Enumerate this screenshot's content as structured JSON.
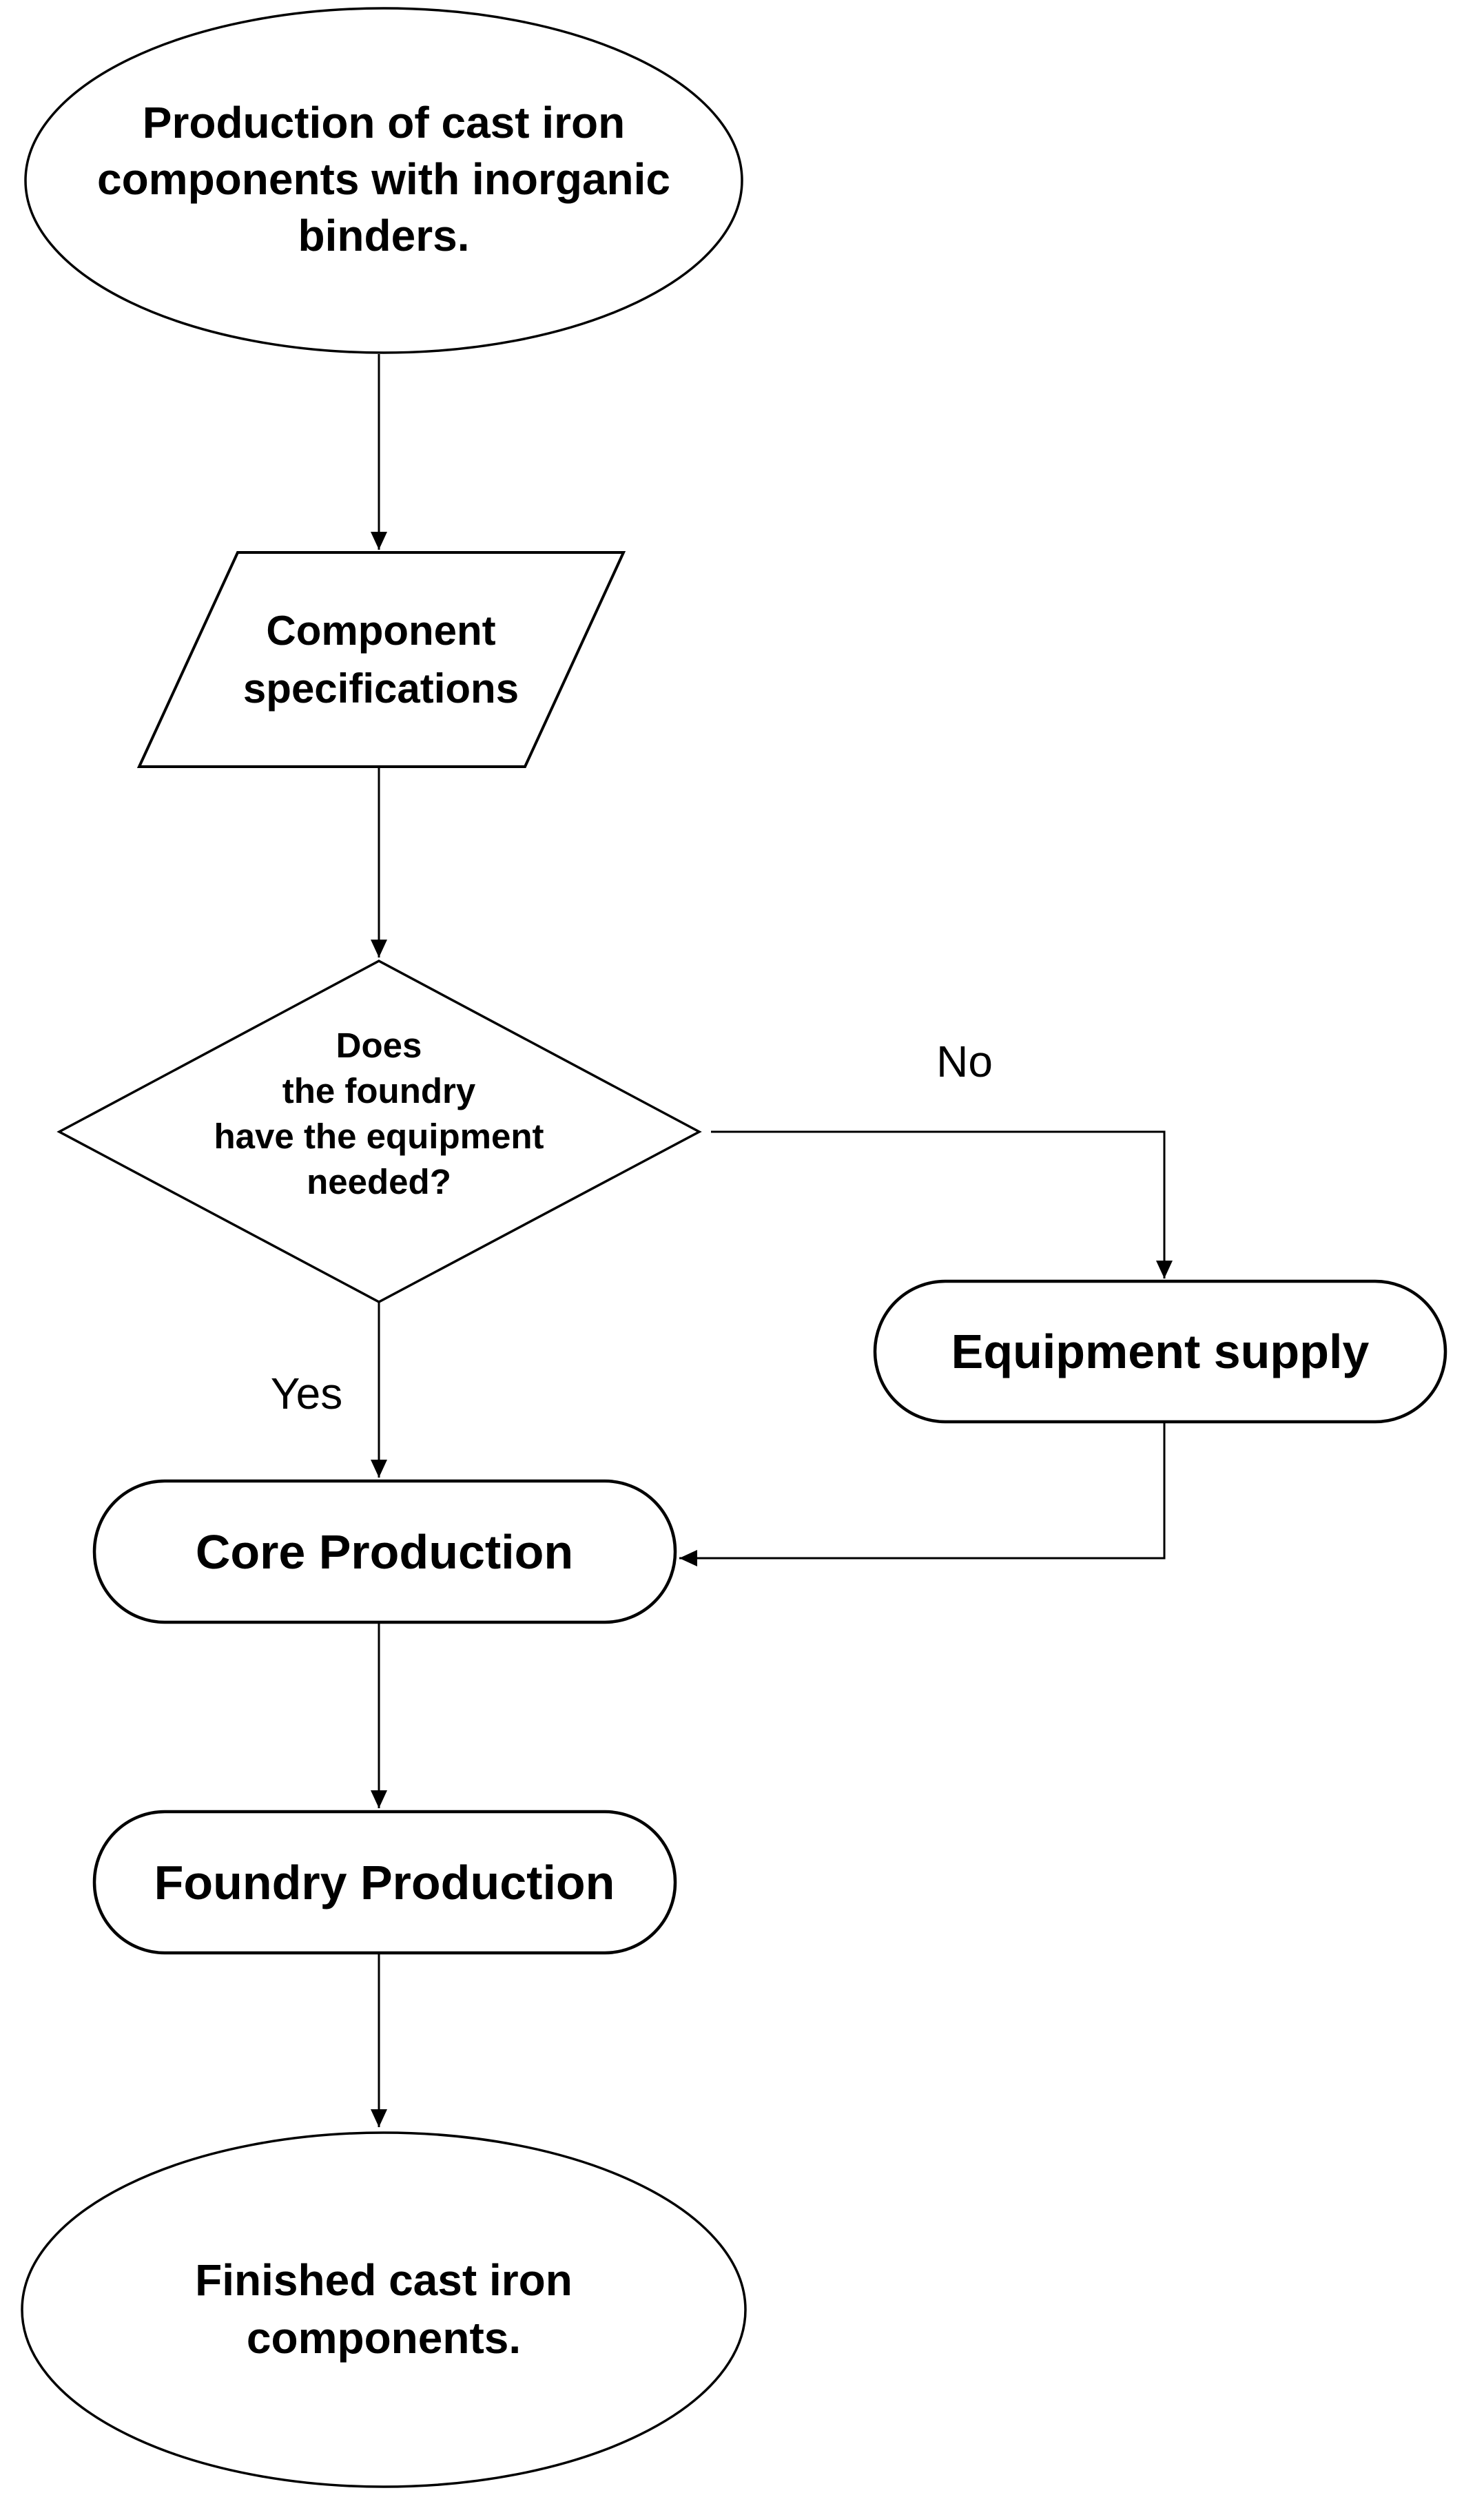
{
  "page": {
    "background": "#ffffff"
  },
  "colors": {
    "stroke": "#000000",
    "text": "#000000",
    "shape_fill": "#ffffff"
  },
  "flowchart": {
    "start": {
      "shape": "terminator-ellipse",
      "lines": [
        "Production of cast iron",
        "components with inorganic",
        "binders."
      ]
    },
    "component_specifications": {
      "shape": "input-parallelogram",
      "lines": [
        "Component",
        "specifications"
      ]
    },
    "equipment_decision": {
      "shape": "decision-diamond",
      "lines": [
        "Does",
        "the foundry",
        "have the equipment",
        "needed?"
      ]
    },
    "branch_no": {
      "label": "No"
    },
    "branch_yes": {
      "label": "Yes"
    },
    "equipment_supply": {
      "shape": "process-stadium",
      "label": "Equipment supply"
    },
    "core_production": {
      "shape": "process-stadium",
      "label": "Core Production"
    },
    "foundry_production": {
      "shape": "process-stadium",
      "label": "Foundry Production"
    },
    "end": {
      "shape": "terminator-ellipse",
      "lines": [
        "Finished cast iron",
        "components."
      ]
    }
  }
}
